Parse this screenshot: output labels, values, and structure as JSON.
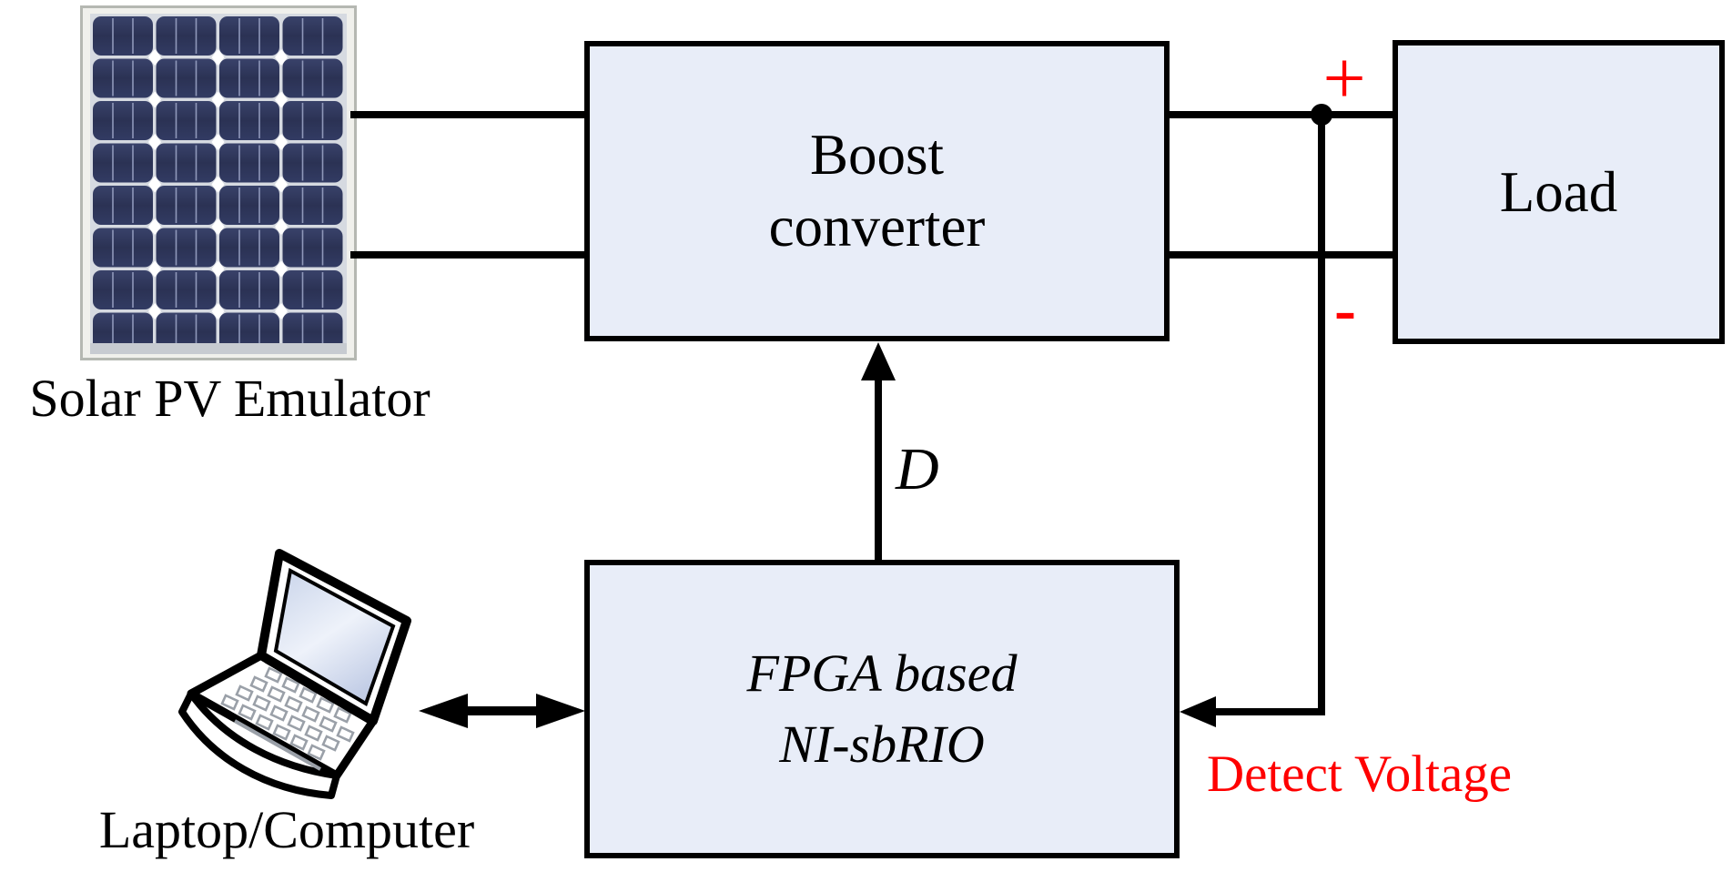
{
  "figure": {
    "blocks": {
      "boost": {
        "line1": "Boost",
        "line2": "converter"
      },
      "load": {
        "label": "Load"
      },
      "fpga": {
        "line1": "FPGA based",
        "line2": "NI-sbRIO"
      }
    },
    "captions": {
      "solar_pv": "Solar PV Emulator",
      "laptop": "Laptop/Computer"
    },
    "annotations": {
      "duty_cycle": "D",
      "detect_voltage": "Detect Voltage",
      "plus": "+",
      "minus": "-"
    },
    "icons": {
      "solar_panel": "solar-panel-photo",
      "laptop": "laptop-clipart"
    },
    "colors": {
      "block_fill": "#E8EDF8",
      "block_border": "#000000",
      "wire": "#000000",
      "annotation_red": "#FF0000"
    }
  }
}
